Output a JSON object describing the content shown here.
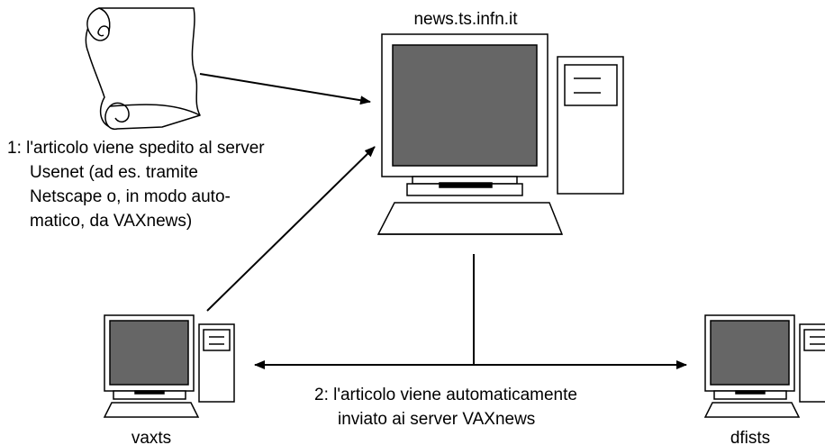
{
  "colors": {
    "screen": "#666666",
    "outline": "#000000",
    "body": "#ffffff"
  },
  "nodes": {
    "server": {
      "name": "news.ts.infn.it",
      "icon": "desktop-computer-icon"
    },
    "left_client": {
      "name": "vaxts",
      "icon": "desktop-computer-icon"
    },
    "right_client": {
      "name": "dfists",
      "icon": "desktop-computer-icon"
    },
    "article": {
      "icon": "scroll-document-icon"
    }
  },
  "notes": {
    "step1": [
      "1: l'articolo viene spedito al server",
      "Usenet (ad es. tramite",
      "Netscape o, in modo auto-",
      "matico, da VAXnews)"
    ],
    "step2": [
      "2: l'articolo viene automaticamente",
      "inviato ai server VAXnews"
    ]
  }
}
